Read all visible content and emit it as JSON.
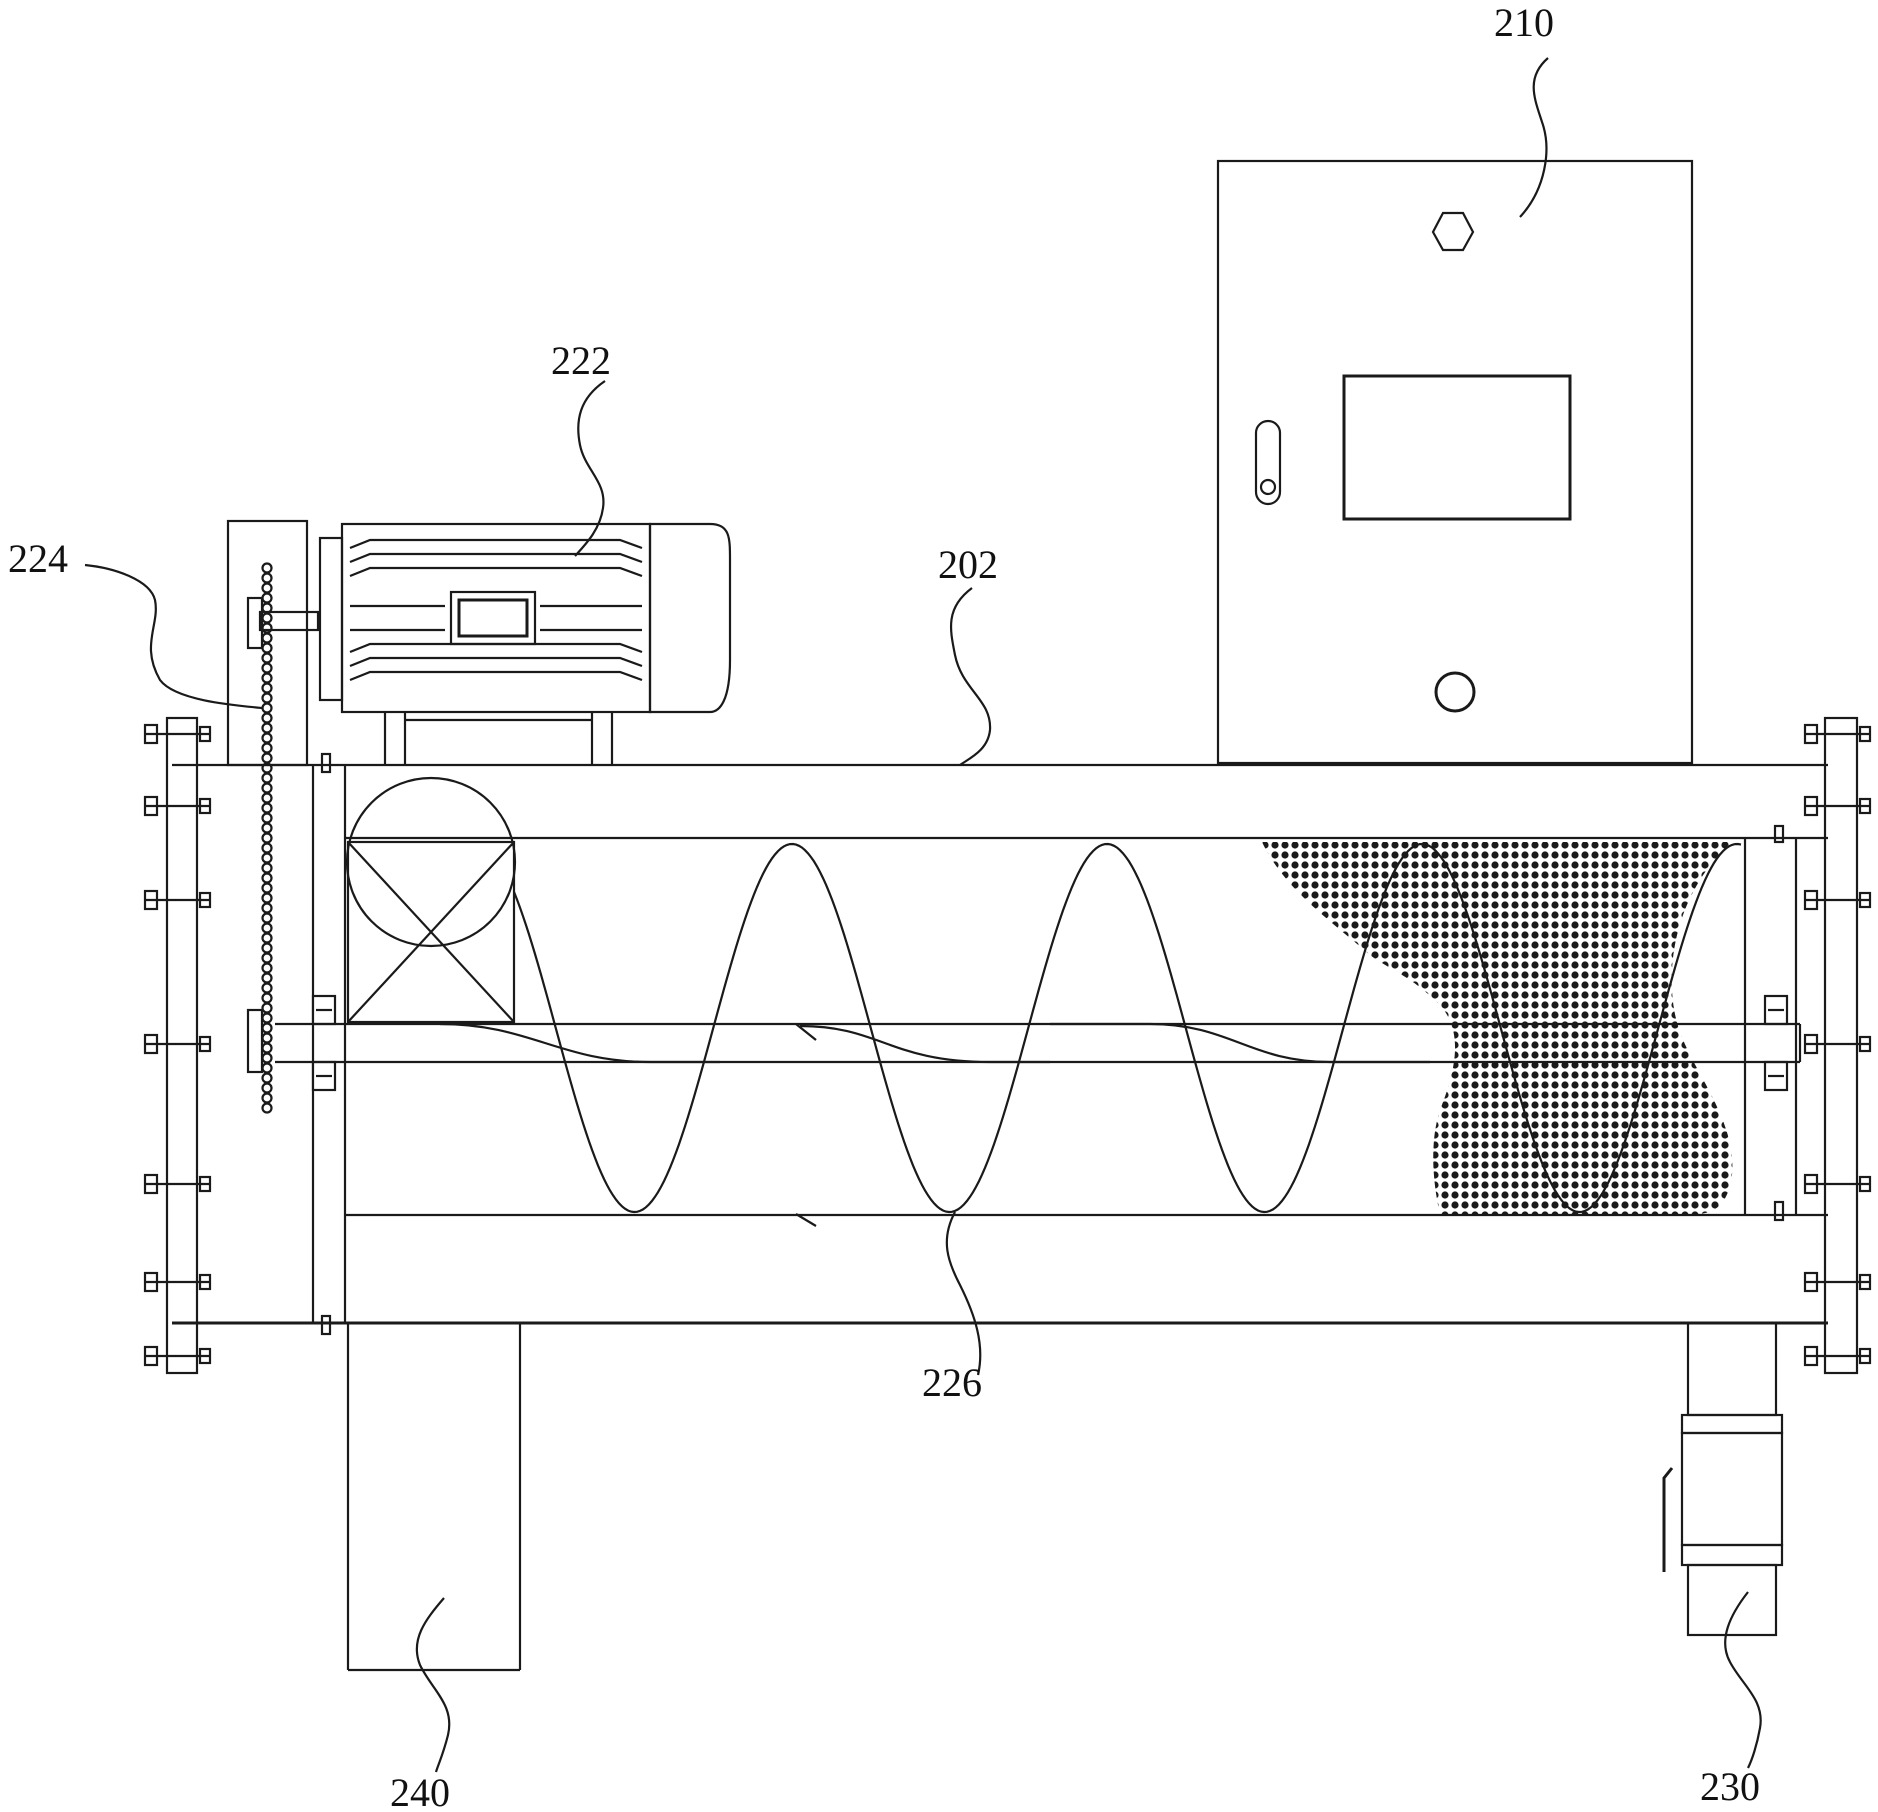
{
  "labels": {
    "control_cabinet": "210",
    "motor": "222",
    "chain_drive": "224",
    "housing": "202",
    "screw_conveyor": "226",
    "inlet_pipe": "240",
    "outlet_valve": "230"
  }
}
